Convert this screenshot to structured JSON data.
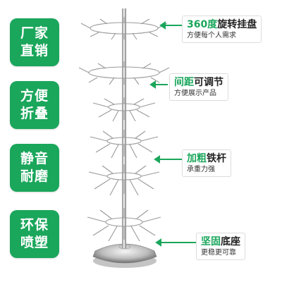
{
  "accent_color": "#1aa65b",
  "badges": [
    {
      "line1": "厂家",
      "line2": "直销"
    },
    {
      "line1": "方便",
      "line2": "折叠"
    },
    {
      "line1": "静音",
      "line2": "耐磨"
    },
    {
      "line1": "环保",
      "line2": "喷塑"
    }
  ],
  "callouts": [
    {
      "highlight": "360度",
      "rest": "旋转挂盘",
      "sub": "方便每个人需求"
    },
    {
      "highlight": "间距",
      "rest": "可调节",
      "sub": "方便展示产品"
    },
    {
      "highlight": "加粗",
      "rest": "铁杆",
      "sub": "承重力强"
    },
    {
      "highlight": "坚固",
      "rest": "底座",
      "sub": "更稳更可靠"
    }
  ],
  "product": {
    "description_icon": "rotating-hook-display-stand"
  }
}
